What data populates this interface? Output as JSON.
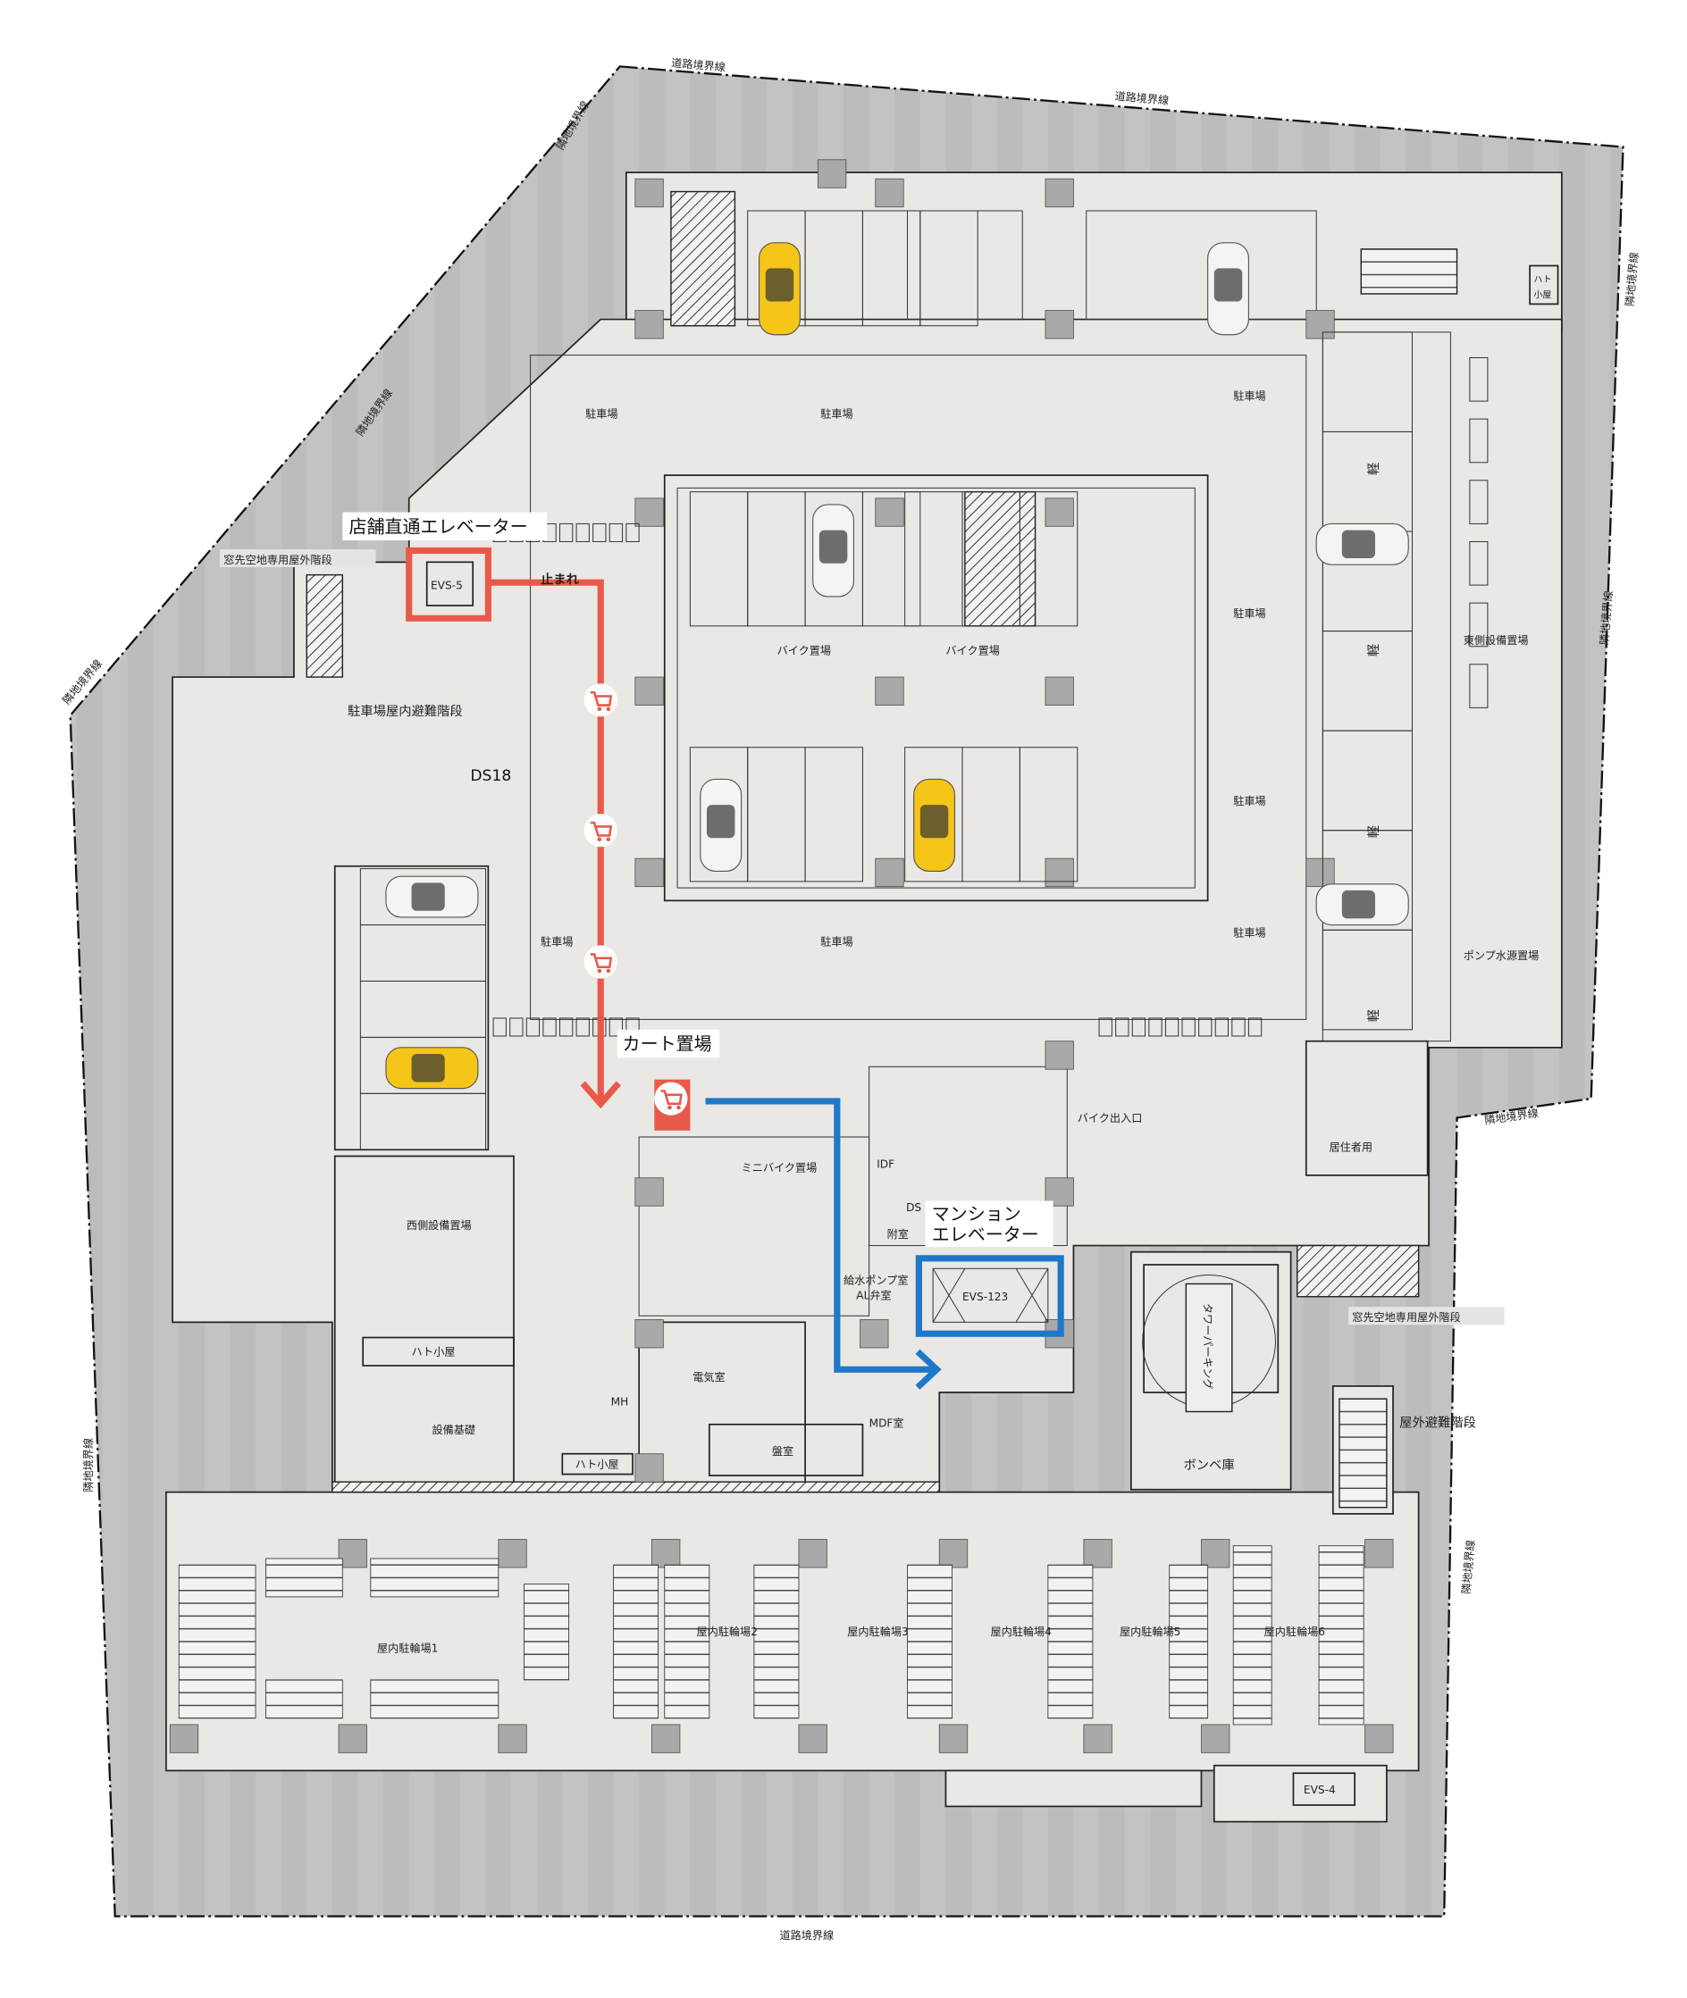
{
  "title": "駐車場フロア平面図",
  "colors": {
    "route_shop": "#e8594a",
    "route_mansion": "#1f77c9",
    "ground": "#bdbdbd",
    "floor": "#e9e8e4",
    "column": "#a9a9a9",
    "car_yellow": "#f5c518"
  },
  "boundaries": {
    "road": [
      "道路境界線",
      "道路境界線",
      "道路境界線"
    ],
    "neighbor": [
      "隣地境界線",
      "隣地境界線",
      "隣地境界線",
      "隣地境界線",
      "隣地境界線",
      "隣地境界線",
      "隣地境界線",
      "隣地境界線"
    ]
  },
  "callouts": {
    "shop_elevator": "店舗直通エレベーター",
    "cart_area": "カート置場",
    "mansion_elevator_line1": "マンション",
    "mansion_elevator_line2": "エレベーター"
  },
  "rooms": {
    "evs5": "EVS-5",
    "evs123": "EVS-123",
    "evs4": "EVS-4",
    "window_stair_west": "窓先空地専用屋外階段",
    "window_stair_east": "窓先空地専用屋外階段",
    "indoor_escape_stair": "駐車場屋内避難階段",
    "outdoor_escape_stair": "屋外避難階段",
    "ds18": "DS18",
    "stop": "止まれ",
    "parking": [
      "駐車場",
      "駐車場",
      "駐車場",
      "駐車場",
      "駐車場",
      "駐車場",
      "駐車場",
      "駐車場"
    ],
    "bike_area": [
      "バイク置場",
      "バイク置場"
    ],
    "east_equipment": "東側設備置場",
    "pump_water": "ポンプ水源置場",
    "resident": "居住者用",
    "bike_entrance": "バイク出入口",
    "mini_bike": "ミニバイク置場",
    "idf": "IDF",
    "ds": "DS",
    "anteroom": "附室",
    "water_pump": "給水ポンプ室",
    "al_valve": "AL弁室",
    "electric": "電気室",
    "panel": "盤室",
    "mdf": "MDF室",
    "mh": "MH",
    "west_equipment": "西側設備置場",
    "pigeon": [
      "ハト小屋",
      "ハト小屋",
      "ハト",
      "小屋"
    ],
    "equipment_base": "設備基礎",
    "tower_parking": "タワーパーキング",
    "cylinder": "ボンベ庫",
    "light": [
      "軽",
      "軽",
      "軽",
      "軽"
    ],
    "bicycle": [
      "屋内駐輪場1",
      "屋内駐輪場2",
      "屋内駐輪場3",
      "屋内駐輪場4",
      "屋内駐輪場5",
      "屋内駐輪場6"
    ]
  }
}
